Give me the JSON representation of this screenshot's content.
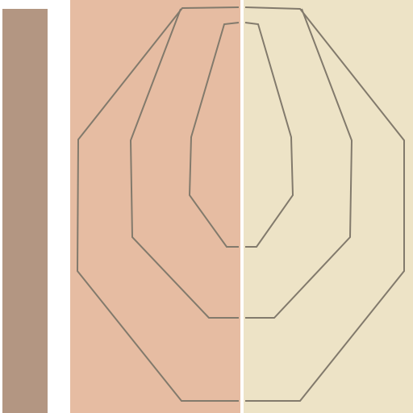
{
  "colors": {
    "sidebar": "#b39682",
    "panel_left": "#e6bca2",
    "panel_right": "#ede3c6",
    "divider": "#ffffff",
    "outline_stroke": "#827a6c"
  },
  "shapes": {
    "outer_outline": "nested-octagon-outer",
    "middle_outline": "nested-octagon-middle",
    "inner_outline": "nested-octagon-inner"
  }
}
